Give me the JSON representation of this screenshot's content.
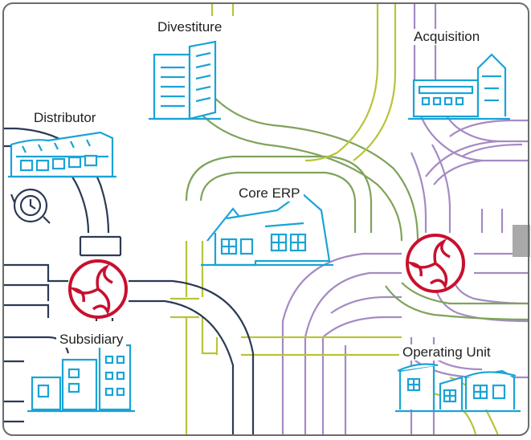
{
  "labels": {
    "divestiture": "Divestiture",
    "acquisition": "Acquisition",
    "distributor": "Distributor",
    "core_erp": "Core ERP",
    "subsidiary": "Subsidiary",
    "operating_unit": "Operating Unit"
  },
  "colors": {
    "frame": "#6b6b6b",
    "navy_pipe": "#2b3a55",
    "green_pipe": "#7fa35a",
    "lime_pipe": "#b9c43a",
    "purple_pipe": "#a58ac4",
    "building": "#1aa3d6",
    "connector": "#c8102e",
    "gray_block": "#a9a9a9"
  },
  "icons": {
    "divestiture": "office-building-icon",
    "acquisition": "warehouse-tower-icon",
    "distributor": "factory-icon",
    "distributor_cycle": "cycle-clock-icon",
    "core_erp": "house-icon",
    "subsidiary": "office-buildings-icon",
    "operating_unit": "townhouses-icon",
    "connector": "triskelion-connector-icon"
  }
}
